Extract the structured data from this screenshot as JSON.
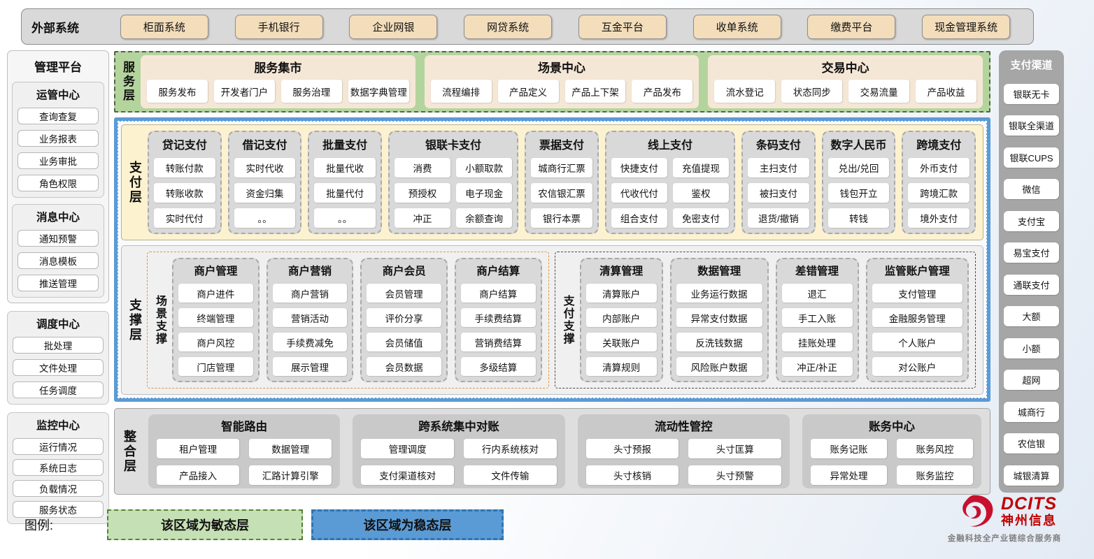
{
  "external_systems": {
    "label": "外部系统",
    "items": [
      "柜面系统",
      "手机银行",
      "企业网银",
      "网贷系统",
      "互金平台",
      "收单系统",
      "缴费平台",
      "现金管理系统"
    ]
  },
  "management_platform": {
    "title": "管理平台",
    "groups": [
      {
        "title": "运管中心",
        "items": [
          "查询查复",
          "业务报表",
          "业务审批",
          "角色权限"
        ]
      },
      {
        "title": "消息中心",
        "items": [
          "通知预警",
          "消息模板",
          "推送管理"
        ]
      },
      {
        "title": "调度中心",
        "items": [
          "批处理",
          "文件处理",
          "任务调度"
        ]
      },
      {
        "title": "监控中心",
        "items": [
          "运行情况",
          "系统日志",
          "负载情况",
          "服务状态"
        ]
      }
    ]
  },
  "service_layer": {
    "label": "服务层",
    "sections": [
      {
        "title": "服务集市",
        "items": [
          "服务发布",
          "开发者门户",
          "服务治理",
          "数据字典管理"
        ]
      },
      {
        "title": "场景中心",
        "items": [
          "流程编排",
          "产品定义",
          "产品上下架",
          "产品发布"
        ]
      },
      {
        "title": "交易中心",
        "items": [
          "流水登记",
          "状态同步",
          "交易流量",
          "产品收益"
        ]
      }
    ]
  },
  "payment_layer": {
    "label": "支付层",
    "columns": [
      {
        "title": "贷记支付",
        "items": [
          "转账付款",
          "转账收款",
          "实时代付"
        ]
      },
      {
        "title": "借记支付",
        "items": [
          "实时代收",
          "资金归集",
          "。。"
        ]
      },
      {
        "title": "批量支付",
        "items": [
          "批量代收",
          "批量代付",
          "。。"
        ]
      },
      {
        "title": "银联卡支付",
        "items": [
          "消费",
          "小额取款",
          "预授权",
          "电子现金",
          "冲正",
          "余额查询"
        ]
      },
      {
        "title": "票据支付",
        "items": [
          "城商行汇票",
          "农信银汇票",
          "银行本票"
        ]
      },
      {
        "title": "线上支付",
        "items": [
          "快捷支付",
          "充值提现",
          "代收代付",
          "鉴权",
          "组合支付",
          "免密支付"
        ]
      },
      {
        "title": "条码支付",
        "items": [
          "主扫支付",
          "被扫支付",
          "退货/撤销"
        ]
      },
      {
        "title": "数字人民币",
        "items": [
          "兑出/兑回",
          "钱包开立",
          "转钱"
        ]
      },
      {
        "title": "跨境支付",
        "items": [
          "外币支付",
          "跨境汇款",
          "境外支付"
        ]
      }
    ]
  },
  "support_layer": {
    "label": "支撑层",
    "scene_support": {
      "label": "场景支撑",
      "columns": [
        {
          "title": "商户管理",
          "items": [
            "商户进件",
            "终端管理",
            "商户风控",
            "门店管理"
          ]
        },
        {
          "title": "商户营销",
          "items": [
            "商户营销",
            "营销活动",
            "手续费减免",
            "展示管理"
          ]
        },
        {
          "title": "商户会员",
          "items": [
            "会员管理",
            "评价分享",
            "会员储值",
            "会员数据"
          ]
        },
        {
          "title": "商户结算",
          "items": [
            "商户结算",
            "手续费结算",
            "营销费结算",
            "多级结算"
          ]
        }
      ]
    },
    "payment_support": {
      "label": "支付支撑",
      "columns": [
        {
          "title": "清算管理",
          "items": [
            "清算账户",
            "内部账户",
            "关联账户",
            "清算规则"
          ]
        },
        {
          "title": "数据管理",
          "items": [
            "业务运行数据",
            "异常支付数据",
            "反洗钱数据",
            "风险账户数据"
          ]
        },
        {
          "title": "差错管理",
          "items": [
            "退汇",
            "手工入账",
            "挂账处理",
            "冲正/补正"
          ]
        },
        {
          "title": "监管账户管理",
          "items": [
            "支付管理",
            "金融服务管理",
            "个人账户",
            "对公账户"
          ]
        }
      ]
    }
  },
  "integration_layer": {
    "label": "整合层",
    "sections": [
      {
        "title": "智能路由",
        "items": [
          "租户管理",
          "数据管理",
          "产品接入",
          "汇路计算引擎"
        ]
      },
      {
        "title": "跨系统集中对账",
        "items": [
          "管理调度",
          "行内系统核对",
          "支付渠道核对",
          "文件传输"
        ]
      },
      {
        "title": "流动性管控",
        "items": [
          "头寸预报",
          "头寸匡算",
          "头寸核销",
          "头寸预警"
        ]
      },
      {
        "title": "账务中心",
        "items": [
          "账务记账",
          "账务风控",
          "异常处理",
          "账务监控"
        ]
      }
    ]
  },
  "payment_channels": {
    "title": "支付渠道",
    "items": [
      "银联无卡",
      "银联全渠道",
      "银联CUPS",
      "微信",
      "支付宝",
      "易宝支付",
      "通联支付",
      "大额",
      "小额",
      "超网",
      "城商行",
      "农信银",
      "城银清算"
    ]
  },
  "legend": {
    "label": "图例:",
    "agile": "该区域为敏态层",
    "stable": "该区域为稳态层"
  },
  "logo": {
    "brand": "DCITS",
    "name": "神州信息",
    "tagline": "金融科技全产业链综合服务商"
  },
  "colors": {
    "agile_green": "#c5e0b4",
    "stable_blue": "#5b9bd5",
    "external_button_tan": "#f3ddbb",
    "payment_layer_cream": "#fdf2cf",
    "module_gray": "#d9d9d9",
    "channel_sidebar_gray": "#a6a6a6",
    "brand_red": "#c00000"
  }
}
